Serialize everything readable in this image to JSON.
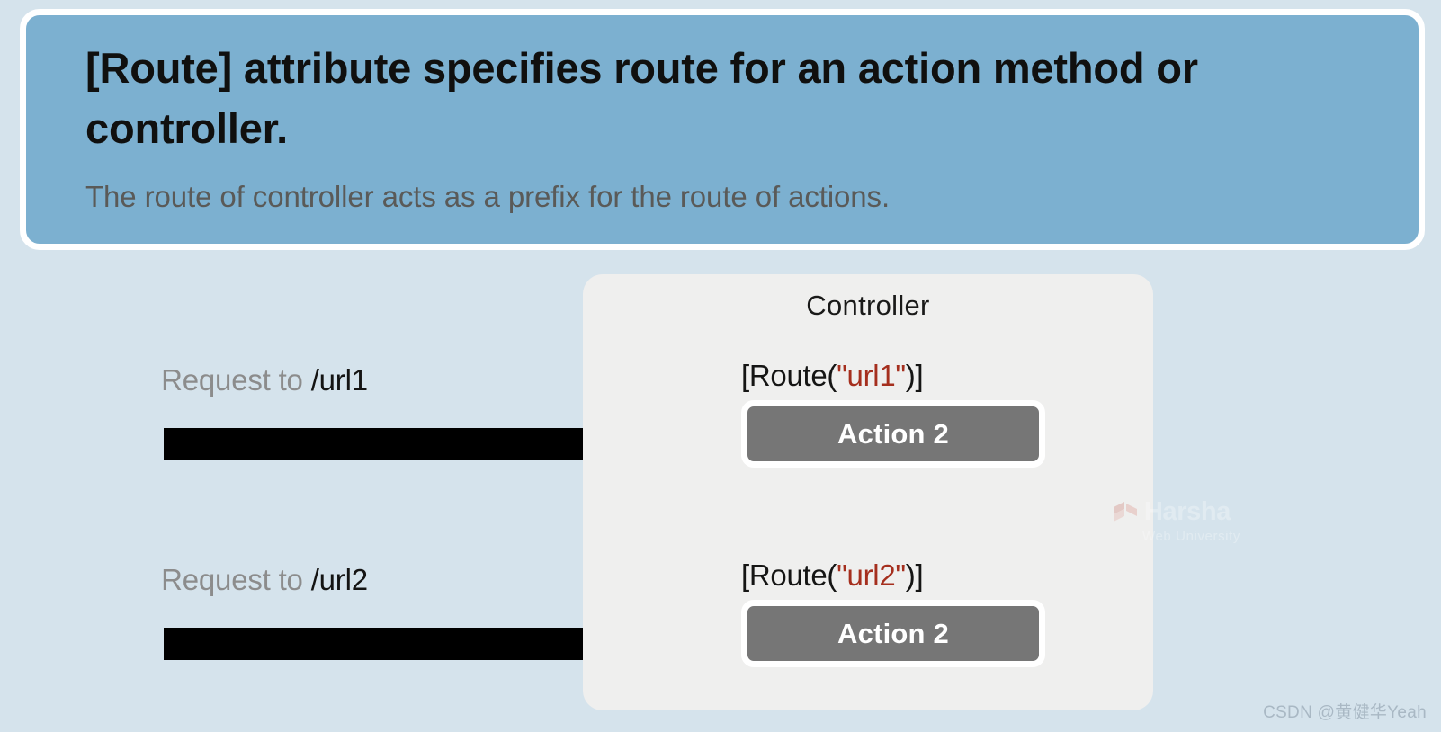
{
  "banner": {
    "title": "[Route] attribute specifies route for an action method or controller.",
    "subtitle": "The route of controller acts as a prefix for the route of actions.",
    "background_color": "#7cb0d0",
    "border_color": "#ffffff"
  },
  "page": {
    "background_color": "#d5e3ec"
  },
  "controller": {
    "title": "Controller",
    "background_color": "#efefee",
    "actions": [
      {
        "route_prefix": "[Route(",
        "route_quote_open": "\"",
        "route_arg": "url1",
        "route_quote_close": "\"",
        "route_suffix": ")]",
        "button_label": "Action 2",
        "button_color": "#767676",
        "arg_color": "#a52f1e"
      },
      {
        "route_prefix": "[Route(",
        "route_quote_open": "\"",
        "route_arg": "url2",
        "route_quote_close": "\"",
        "route_suffix": ")]",
        "button_label": "Action 2",
        "button_color": "#767676",
        "arg_color": "#a52f1e"
      }
    ]
  },
  "requests": [
    {
      "prefix": "Request to ",
      "url": "/url1",
      "arrow_color": "#000000"
    },
    {
      "prefix": "Request to ",
      "url": "/url2",
      "arrow_color": "#000000"
    }
  ],
  "watermark": {
    "brand": "Harsha",
    "tagline": "Web University"
  },
  "attribution": {
    "text": "CSDN @黄健华Yeah"
  }
}
